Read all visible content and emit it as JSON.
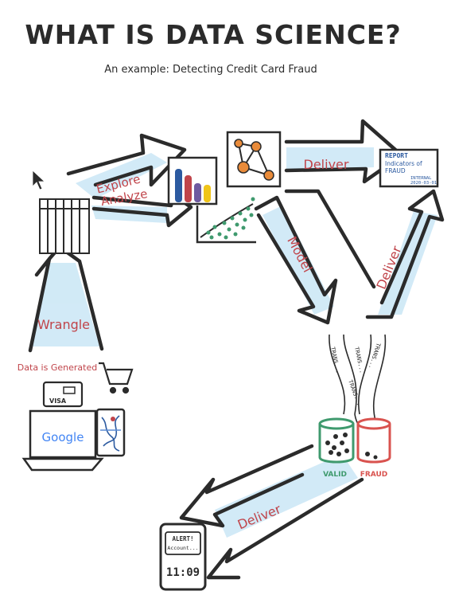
{
  "title": "WHAT IS DATA SCIENCE?",
  "subtitle": "An example: Detecting Credit Card Fraud",
  "colors": {
    "ink": "#2b2b2b",
    "accent_red": "#c0444a",
    "glow_blue": "#cde8f6",
    "valid_green": "#3f9a6e",
    "fraud_red": "#d9534f",
    "report_blue": "#2c5aa0",
    "chart_orange": "#e98b3a"
  },
  "labels": {
    "explore": "Explore",
    "analyze": "Analyze",
    "deliver_top": "Deliver",
    "model": "Model",
    "deliver_right": "Deliver",
    "wrangle": "Wrangle",
    "data_generated": "Data is Generated",
    "deliver_bottom": "Deliver"
  },
  "sources": {
    "visa": "VISA",
    "google": "Google"
  },
  "report": {
    "heading": "REPORT",
    "line1": "Indicators of",
    "line2": "FRAUD",
    "line3": "INTERNAL",
    "line4": "2020-03-01"
  },
  "buckets": {
    "valid": "VALID",
    "fraud": "FRAUD"
  },
  "stream_texts": [
    "TRANS...",
    "TRANS...",
    "TRANS...",
    "TRANS..."
  ],
  "phone": {
    "alert": "ALERT!",
    "message": "Account...",
    "time": "11:09"
  },
  "icons": {
    "cursor": "cursor-arrow-icon",
    "table": "data-table-icon",
    "bar_chart": "bar-chart-icon",
    "network": "network-graph-icon",
    "scatter": "scatter-plot-icon",
    "cart": "shopping-cart-icon",
    "card": "credit-card-icon",
    "laptop": "laptop-icon",
    "tablet": "tablet-map-icon",
    "phone": "phone-alert-icon"
  }
}
